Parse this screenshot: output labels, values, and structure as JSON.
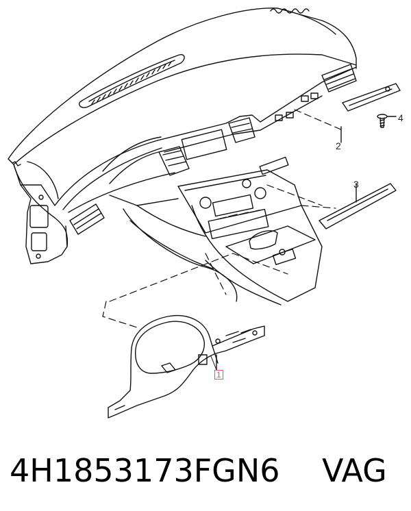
{
  "callouts": {
    "part_1": "1",
    "part_2": "2",
    "part_3": "3",
    "part_4": "4"
  },
  "footer": {
    "part_number": "4H1853173FGN6",
    "brand": "VAG"
  },
  "colors": {
    "line": "#111111",
    "highlight": "#e05a5a",
    "background": "#ffffff"
  }
}
